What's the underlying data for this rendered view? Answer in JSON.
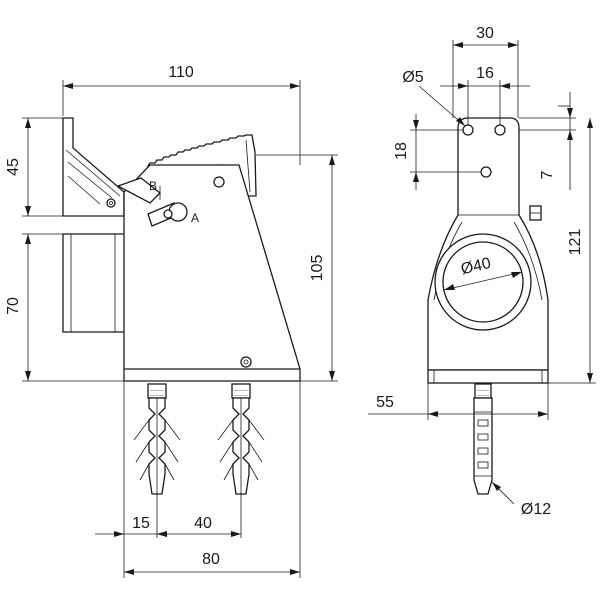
{
  "drawing": {
    "side_view": {
      "overall_width": "110",
      "bracket_height": "45",
      "lower_box_height": "70",
      "body_height": "105",
      "anchor_offset": "15",
      "anchor_spacing": "40",
      "base_width": "80",
      "lever_label_b": "B",
      "lever_label_a": "A"
    },
    "front_view": {
      "top_width": "30",
      "hole_spacing": "16",
      "hole_diameter": "Ø5",
      "hole_vertical": "18",
      "hole_offset": "7",
      "total_height": "121",
      "opening_diameter": "Ø40",
      "depth": "55",
      "anchor_diameter": "Ø12"
    }
  }
}
